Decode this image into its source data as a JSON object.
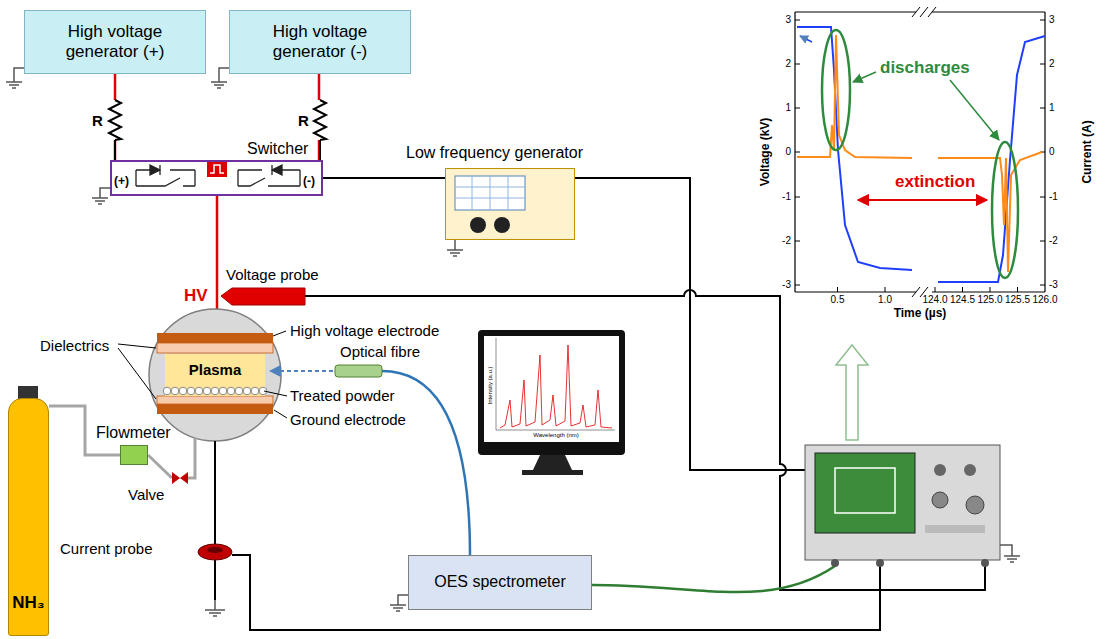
{
  "diagram": {
    "nodes": [
      {
        "text": [
          "High voltage generator (+)"
        ]
      },
      {
        "text": [
          "High voltage generator (-)"
        ]
      },
      {
        "text": [
          "Switcher"
        ]
      },
      {
        "text": [
          "Low frequency generator"
        ]
      },
      {
        "text": [
          "Plasma"
        ]
      },
      {
        "text": [
          "Flowmeter"
        ]
      },
      {
        "text": [
          "NH₃"
        ]
      },
      {
        "text": [
          "OES spectrometer"
        ]
      }
    ],
    "edges": [
      {
        "from": 0,
        "to": 2,
        "arrow": "none"
      },
      {
        "from": 1,
        "to": 2,
        "arrow": "none"
      },
      {
        "from": 2,
        "to": 3,
        "arrow": "none"
      },
      {
        "from": 6,
        "to": 5,
        "arrow": "none"
      }
    ],
    "labels": [
      "R",
      "R",
      "(+)",
      "(-)",
      "Voltage probe",
      "HV",
      "High voltage electrode",
      "Dielectrics",
      "Optical fibre",
      "Treated powder",
      "Ground electrode",
      "Valve",
      "Current probe",
      "Intensity (a.u.)",
      "Wavelength (nm)",
      "discharges",
      "extinction",
      "Voltage (kV)",
      "Current (A)",
      "Time (µs)",
      "3",
      "2",
      "1",
      "0",
      "-1",
      "-2",
      "-3",
      "3",
      "2",
      "1",
      "0",
      "-1",
      "-2",
      "-3",
      "0.5",
      "1.0",
      "124.0",
      "124.5",
      "125.0",
      "125.5",
      "126.0"
    ]
  }
}
